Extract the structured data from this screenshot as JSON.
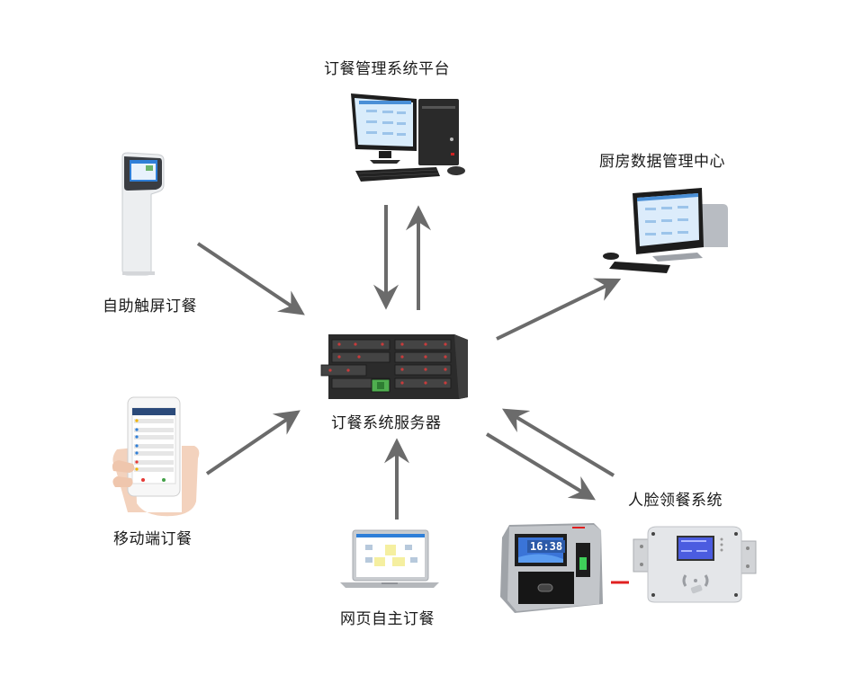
{
  "diagram": {
    "nodes": {
      "server": {
        "label": "订餐系统服务器",
        "icon": "blade-server-icon"
      },
      "management_platform": {
        "label": "订餐管理系统平台",
        "icon": "desktop-computer-icon"
      },
      "kitchen_center": {
        "label": "厨房数据管理中心",
        "icon": "all-in-one-computer-icon"
      },
      "kiosk": {
        "label": "自助触屏订餐",
        "icon": "touch-kiosk-icon"
      },
      "mobile": {
        "label": "移动端订餐",
        "icon": "smartphone-in-hand-icon"
      },
      "web": {
        "label": "网页自主订餐",
        "icon": "laptop-icon"
      },
      "face_system": {
        "label": "人脸领餐系统",
        "icon": "face-recognition-terminal-icon",
        "screen_time": "16:38"
      }
    },
    "edges": [
      {
        "from": "kiosk",
        "to": "server"
      },
      {
        "from": "mobile",
        "to": "server"
      },
      {
        "from": "web",
        "to": "server"
      },
      {
        "from": "server",
        "to": "management_platform"
      },
      {
        "from": "management_platform",
        "to": "server"
      },
      {
        "from": "server",
        "to": "kitchen_center"
      },
      {
        "from": "server",
        "to": "face_system"
      },
      {
        "from": "face_system",
        "to": "server"
      }
    ],
    "colors": {
      "arrow": "#6b6b6b",
      "link": "#e02020",
      "screen": "#2f7fd8"
    }
  }
}
